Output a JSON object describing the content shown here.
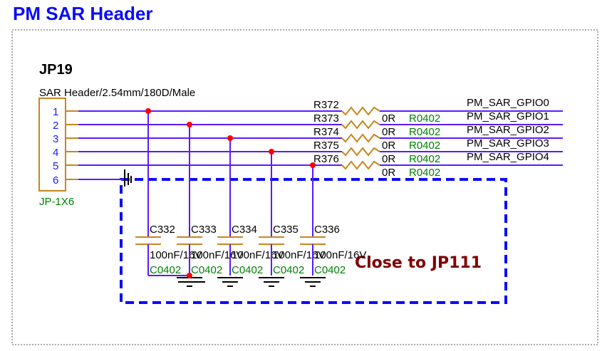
{
  "title": "PM SAR Header",
  "connector": {
    "ref": "JP19",
    "desc": "SAR Header/2.54mm/180D/Male",
    "footprint": "JP-1X6",
    "pins": [
      "1",
      "2",
      "3",
      "4",
      "5",
      "6"
    ]
  },
  "resistors": [
    {
      "ref": "R372",
      "value": "0R",
      "footprint": "R0402",
      "net": "PM_SAR_GPIO0"
    },
    {
      "ref": "R373",
      "value": "0R",
      "footprint": "R0402",
      "net": "PM_SAR_GPIO1"
    },
    {
      "ref": "R374",
      "value": "0R",
      "footprint": "R0402",
      "net": "PM_SAR_GPIO2"
    },
    {
      "ref": "R375",
      "value": "0R",
      "footprint": "R0402",
      "net": "PM_SAR_GPIO3"
    },
    {
      "ref": "R376",
      "value": "0R",
      "footprint": "R0402",
      "net": "PM_SAR_GPIO4"
    }
  ],
  "capacitors": [
    {
      "ref": "C332",
      "value": "100nF/16V",
      "footprint": "C0402"
    },
    {
      "ref": "C333",
      "value": "100nF/16V",
      "footprint": "C0402"
    },
    {
      "ref": "C334",
      "value": "100nF/16V",
      "footprint": "C0402"
    },
    {
      "ref": "C335",
      "value": "100nF/16V",
      "footprint": "C0402"
    },
    {
      "ref": "C336",
      "value": "100nF/16V",
      "footprint": "C0402"
    }
  ],
  "note": "Close to JP111",
  "colors": {
    "wire": "#5a1aff",
    "part": "#c8861e",
    "junction": "#ff0000",
    "dash": "#0a0aff",
    "note": "#800000"
  }
}
